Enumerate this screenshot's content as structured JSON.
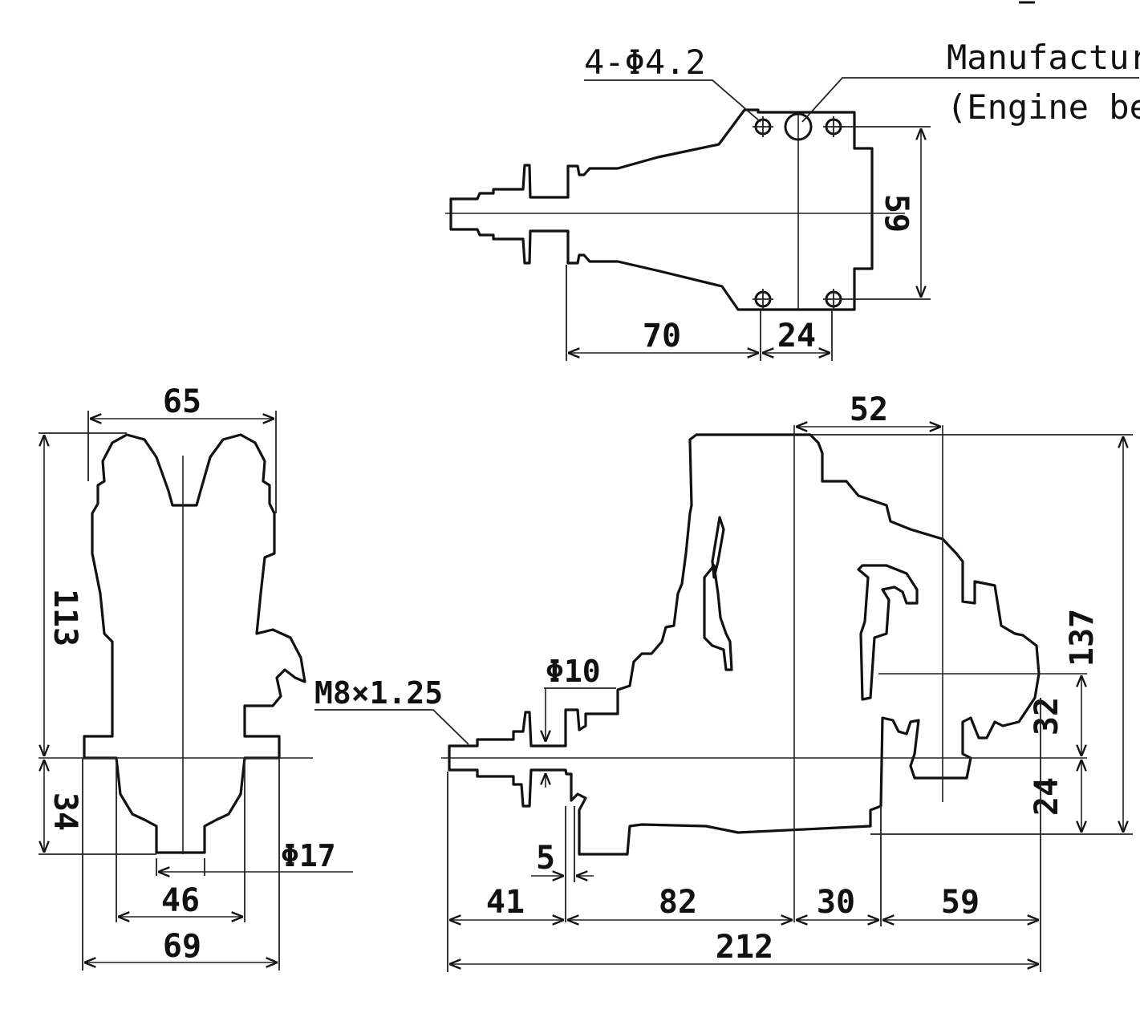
{
  "labels": {
    "holes": "4-Φ4.2",
    "manufacturer_line1": "Manufactur",
    "manufacturer_line2": "(Engine be",
    "thread": "M8×1.25",
    "shaft_dia": "Φ10",
    "hub_dia": "Φ17"
  },
  "dimensions": {
    "top_view": {
      "width_59": "59",
      "length_70": "70",
      "spacing_24": "24"
    },
    "front_view": {
      "width_65": "65",
      "height_113": "113",
      "height_34": "34",
      "width_46": "46",
      "width_69": "69"
    },
    "side_view": {
      "width_52": "52",
      "height_137": "137",
      "height_32": "32",
      "height_24": "24",
      "gap_5": "5",
      "len_41": "41",
      "len_82": "82",
      "len_30": "30",
      "len_59": "59",
      "total_212": "212"
    }
  }
}
